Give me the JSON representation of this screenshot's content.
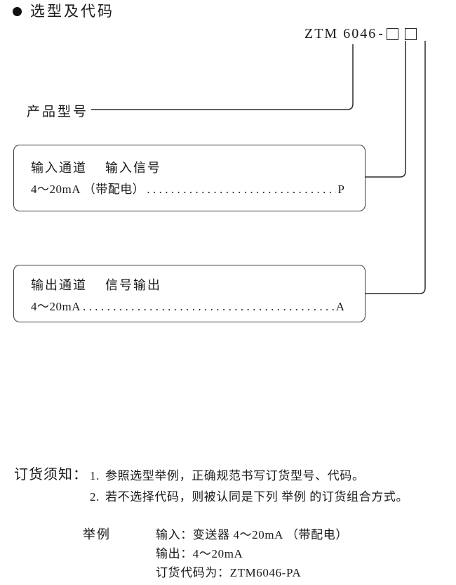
{
  "header": {
    "bullet": "●",
    "title": "选型及代码"
  },
  "model_code": {
    "prefix": "ZTM",
    "number": "6046",
    "dash": "-",
    "slots": [
      "",
      ""
    ]
  },
  "product_model": {
    "label": "产品型号"
  },
  "option_boxes": [
    {
      "id": "input",
      "heading_left": "输入通道",
      "heading_right": "输入信号",
      "spec_label": "4～20mA （带配电）",
      "dots": "...............................................",
      "spec_code": "P"
    },
    {
      "id": "output",
      "heading_left": "输出通道",
      "heading_right": "信号输出",
      "spec_label": "4～20mA",
      "dots": "...............................................",
      "spec_code": "A"
    }
  ],
  "ordering_notes": {
    "label": "订货须知：",
    "items": [
      {
        "num": "1.",
        "text": "参照选型举例，正确规范书写订货型号、代码。"
      },
      {
        "num": "2.",
        "text": "若不选择代码，则被认同是下列 举例 的订货组合方式。"
      }
    ]
  },
  "example": {
    "label": "举例",
    "lines": [
      "输入：变送器 4～20mA （带配电）",
      "输出：4～20mA",
      "订货代码为：ZTM6046-PA"
    ]
  },
  "colors": {
    "ink": "#1a1a1a",
    "line": "#2b2b2b",
    "box_border": "#3a3a3a",
    "background": "#ffffff"
  }
}
